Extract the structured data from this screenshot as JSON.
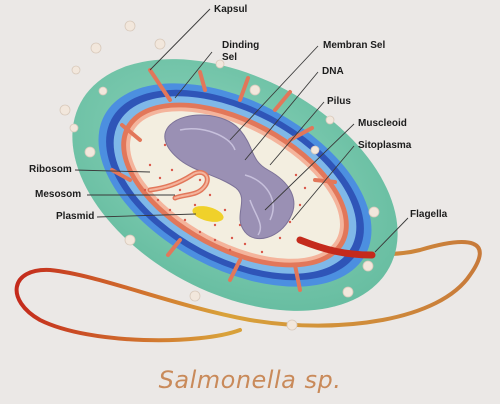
{
  "labels": {
    "kapsul": "Kapsul",
    "dinding_sel_line1": "Dinding",
    "dinding_sel_line2": "Sel",
    "membran_sel": "Membran Sel",
    "dna": "DNA",
    "pilus": "Pilus",
    "muscleoid": "Muscleoid",
    "sitoplasma": "Sitoplasma",
    "ribosom": "Ribosom",
    "mesosom": "Mesosom",
    "plasmid": "Plasmid",
    "flagella": "Flagella"
  },
  "caption": "Salmonella sp.",
  "colors": {
    "capsule": "#6fc4a8",
    "wall": "#2f55b8",
    "membrane": "#e2775a",
    "cytoplasm": "#f3eee0",
    "dna": "#9a90b4",
    "plasmid": "#f0d12a",
    "flagella": "#c42a1c",
    "caption": "#c98a5a"
  }
}
